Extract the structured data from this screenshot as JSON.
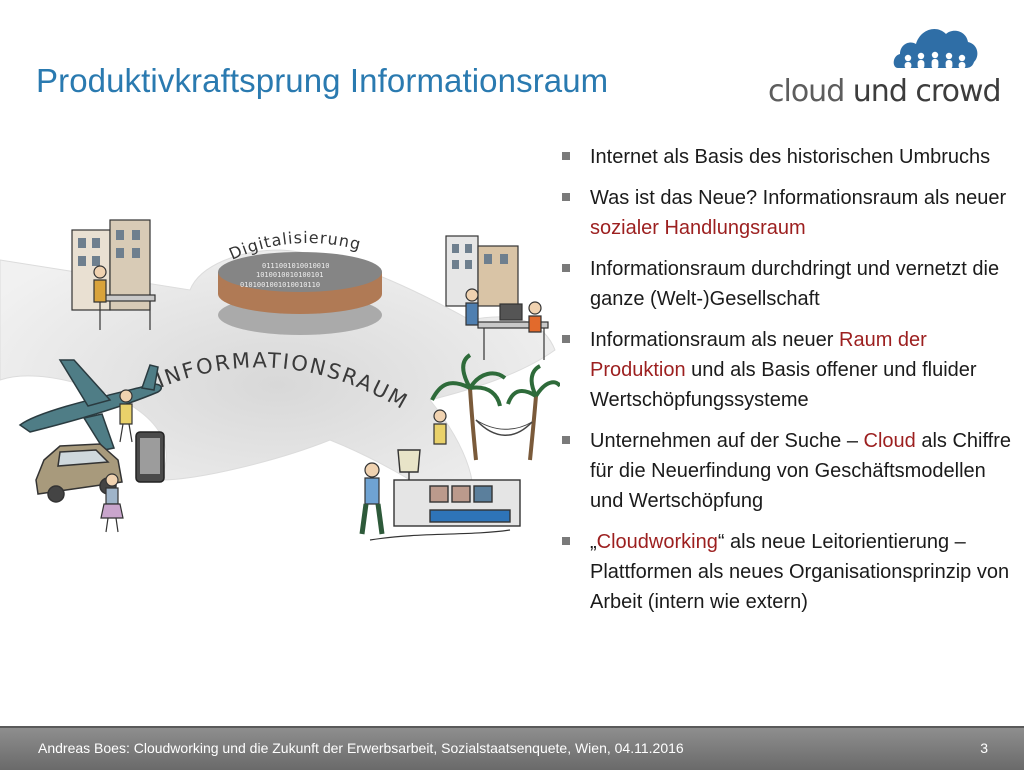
{
  "slide": {
    "title": "Produktivkraftsprung Informationsraum",
    "logo_word1": "cloud",
    "logo_word2": "und",
    "logo_word3": "crowd"
  },
  "illustration": {
    "label_digitalisierung": "Digitalisierung",
    "label_informationsraum": "INFORMATIONSRAUM",
    "binary_lines": [
      "0111001010010010",
      "1010010010100101",
      "0101001001010010110"
    ]
  },
  "bullets": [
    {
      "parts": [
        {
          "text": "Internet als Basis des historischen Umbruchs",
          "highlight": false
        }
      ]
    },
    {
      "parts": [
        {
          "text": "Was ist das Neue? Informationsraum als neuer ",
          "highlight": false
        },
        {
          "text": "sozialer Handlungsraum",
          "highlight": true
        }
      ]
    },
    {
      "parts": [
        {
          "text": "Informationsraum durchdringt und vernetzt die ganze (Welt-)Gesellschaft",
          "highlight": false
        }
      ]
    },
    {
      "parts": [
        {
          "text": "Informationsraum als neuer ",
          "highlight": false
        },
        {
          "text": "Raum der Produktion",
          "highlight": true
        },
        {
          "text": " und als Basis offener und fluider Wertschöpfungssysteme",
          "highlight": false
        }
      ]
    },
    {
      "parts": [
        {
          "text": "Unternehmen auf der Suche – ",
          "highlight": false
        },
        {
          "text": "Cloud",
          "highlight": true
        },
        {
          "text": " als Chiffre für die Neuerfindung von Geschäftsmodellen und Wertschöpfung",
          "highlight": false
        }
      ]
    },
    {
      "parts": [
        {
          "text": "„",
          "highlight": false
        },
        {
          "text": "Cloudworking",
          "highlight": true
        },
        {
          "text": "“ als neue Leitorientierung – Plattformen als neues Organisationsprinzip von Arbeit (intern wie extern)",
          "highlight": false
        }
      ]
    }
  ],
  "footer": {
    "text": "Andreas Boes: Cloudworking und die Zukunft der Erwerbsarbeit, Sozialstaatsenquete, Wien, 04.11.2016",
    "page_number": "3"
  },
  "colors": {
    "title": "#2a7ab0",
    "highlight": "#9c1f1f",
    "footer_bg": "#7a7a7a",
    "logo_cloud": "#2f6ea6"
  }
}
